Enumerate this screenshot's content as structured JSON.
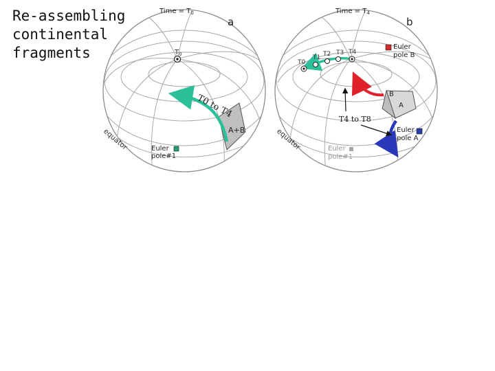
{
  "slide": {
    "title": "Re-assembling\ncontinental\nfragments"
  },
  "panel_a": {
    "letter": "a",
    "time_label": "Time = T",
    "time_sub": "0",
    "pole_label": "T",
    "pole_sub": "0",
    "arrow_label": "T0 to T4",
    "plate_label": "A+B",
    "equator_label": "equator",
    "euler_label_1": "Euler",
    "euler_label_2": "pole#1",
    "colors": {
      "arrow": "#2bbf9a",
      "euler_marker": "#20a070",
      "plate": "#bfbfbf"
    }
  },
  "panel_b": {
    "letter": "b",
    "time_label": "Time = T",
    "time_sub": "4",
    "track_labels": [
      "T0",
      "T1",
      "T2",
      "T3",
      "T4"
    ],
    "euler_b_1": "Euler",
    "euler_b_2": "pole B",
    "plate_b_label": "B",
    "plate_a_label": "A",
    "arrow_label": "T4 to T8",
    "euler_a_1": "Euler",
    "euler_a_2": "pole A",
    "equator_label": "equator",
    "euler1_label_1": "Euler",
    "euler1_label_2": "pole#1",
    "colors": {
      "track": "#2bbf9a",
      "red_arrow": "#e0202a",
      "blue_arrow": "#2838b8",
      "euler_b_marker": "#d42a2a",
      "euler_a_marker": "#2a3aa8",
      "euler1_marker": "#a8a8a8"
    }
  }
}
